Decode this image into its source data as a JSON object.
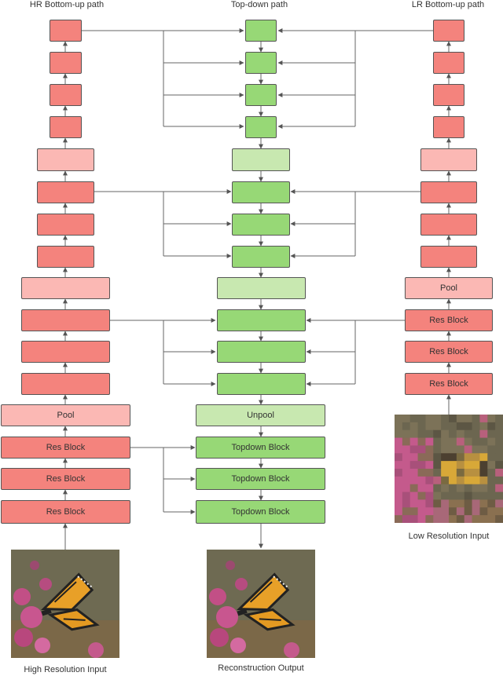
{
  "titles": {
    "hr": "HR Bottom-up path",
    "td": "Top-down path",
    "lr": "LR Bottom-up path"
  },
  "labels": {
    "pool": "Pool",
    "res": "Res Block",
    "unpool": "Unpool",
    "topdown": "Topdown Block"
  },
  "captions": {
    "hr_input": "High Resolution Input",
    "output": "Reconstruction Output",
    "lr_input": "Low Resolution Input"
  },
  "colors": {
    "res_block": "#f4837d",
    "pool_block": "#fbb8b4",
    "topdown_block": "#97d876",
    "unpool_block": "#c8e8b0"
  }
}
